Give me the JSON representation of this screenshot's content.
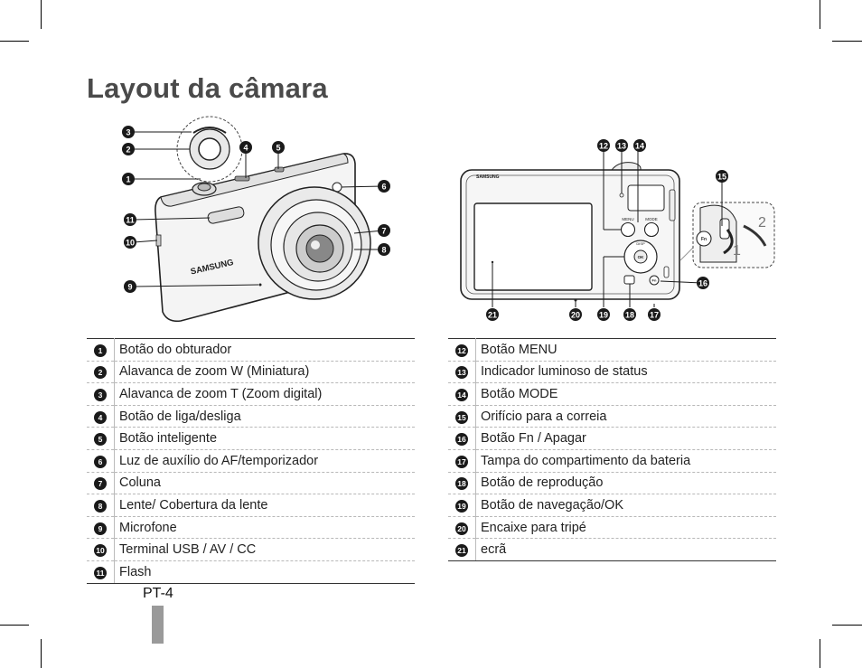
{
  "page": {
    "title": "Layout da câmara",
    "page_number": "PT-4"
  },
  "front_view": {
    "brand": "SAMSUNG",
    "callouts": [
      "1",
      "2",
      "3",
      "4",
      "5",
      "6",
      "7",
      "8",
      "9",
      "10",
      "11"
    ]
  },
  "back_view": {
    "brand": "SAMSUNG",
    "menu_label": "MENU",
    "mode_label": "MODE",
    "disp_label": "DISP",
    "ok_label": "OK",
    "fn_label": "Fn",
    "step_1": "1",
    "step_2": "2",
    "callouts": [
      "12",
      "13",
      "14",
      "15",
      "16",
      "17",
      "18",
      "19",
      "20",
      "21"
    ]
  },
  "legend_left": [
    {
      "num": "1",
      "label": "Botão do obturador"
    },
    {
      "num": "2",
      "label": "Alavanca de zoom W (Miniatura)"
    },
    {
      "num": "3",
      "label": "Alavanca de zoom T (Zoom digital)"
    },
    {
      "num": "4",
      "label": "Botão de liga/desliga"
    },
    {
      "num": "5",
      "label": "Botão inteligente"
    },
    {
      "num": "6",
      "label": "Luz de auxílio do AF/temporizador"
    },
    {
      "num": "7",
      "label": "Coluna"
    },
    {
      "num": "8",
      "label": "Lente/ Cobertura da lente"
    },
    {
      "num": "9",
      "label": "Microfone"
    },
    {
      "num": "10",
      "label": "Terminal USB / AV / CC"
    },
    {
      "num": "11",
      "label": "Flash"
    }
  ],
  "legend_right": [
    {
      "num": "12",
      "label": "Botão MENU"
    },
    {
      "num": "13",
      "label": "Indicador luminoso de status"
    },
    {
      "num": "14",
      "label": "Botão MODE"
    },
    {
      "num": "15",
      "label": "Orifício para a correia"
    },
    {
      "num": "16",
      "label": "Botão Fn / Apagar"
    },
    {
      "num": "17",
      "label": "Tampa do compartimento da bateria"
    },
    {
      "num": "18",
      "label": "Botão de reprodução"
    },
    {
      "num": "19",
      "label": "Botão de navegação/OK"
    },
    {
      "num": "20",
      "label": "Encaixe para tripé"
    },
    {
      "num": "21",
      "label": "ecrã"
    }
  ]
}
